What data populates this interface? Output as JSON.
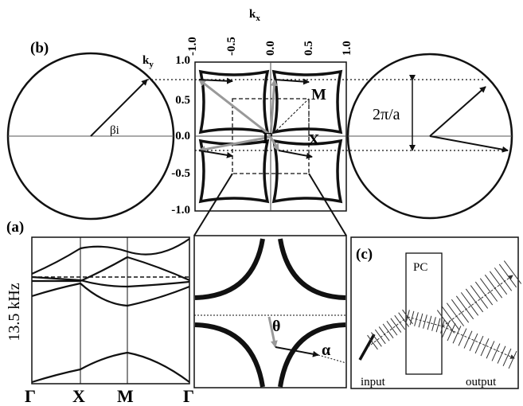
{
  "panels": {
    "b": {
      "label": "(b)"
    },
    "a": {
      "label": "(a)"
    },
    "c": {
      "label": "(c)"
    }
  },
  "axes": {
    "kx_label": "k",
    "kx_sub": "x",
    "ky_label": "k",
    "ky_sub": "y",
    "x_ticks": [
      "-1.0",
      "-0.5",
      "0.0",
      "0.5",
      "1.0"
    ],
    "y_ticks": [
      "1.0",
      "0.5",
      "0.0",
      "-0.5",
      "-1.0"
    ]
  },
  "labels": {
    "beta": "βi",
    "M": "M",
    "Gamma": "Γ",
    "X": "X",
    "period": "2π/a",
    "freq": "13.5 kHz",
    "theta": "θ",
    "alpha": "α",
    "pc": "PC",
    "input": "input",
    "output": "output"
  },
  "band_axis": [
    "Γ",
    "X",
    "M",
    "Γ"
  ]
}
